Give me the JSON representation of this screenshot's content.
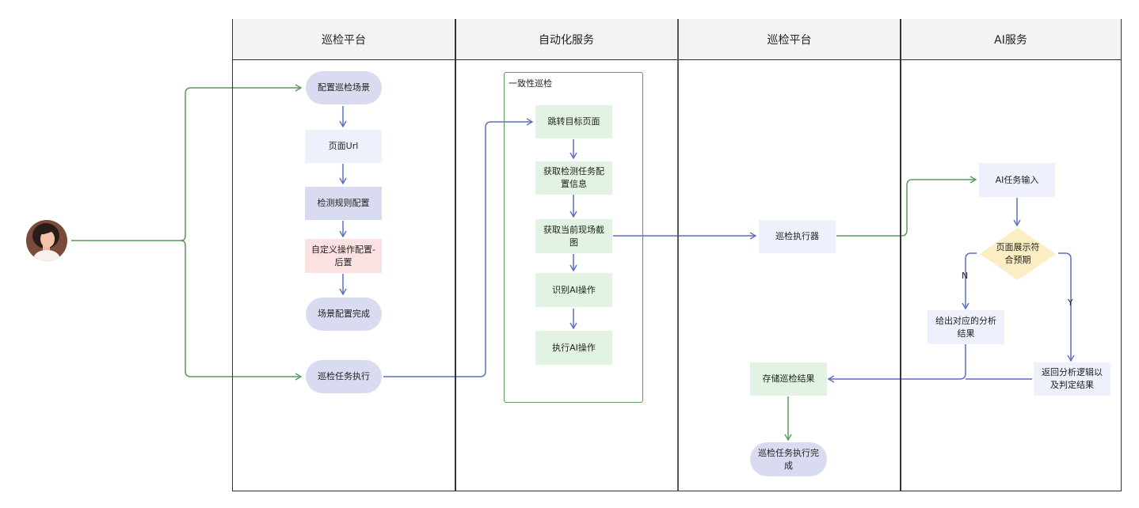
{
  "lanes": [
    {
      "title": "巡检平台"
    },
    {
      "title": "自动化服务"
    },
    {
      "title": "巡检平台"
    },
    {
      "title": "AI服务"
    }
  ],
  "nodes": {
    "config_scene": "配置巡检场景",
    "page_url": "页面Url",
    "rule_config": "检测规则配置",
    "custom_op": "自定义操作配置-后置",
    "scene_done": "场景配置完成",
    "task_exec": "巡检任务执行",
    "jump_page": "跳转目标页面",
    "get_task_info": "获取检测任务配置信息",
    "get_screenshot": "获取当前现场截图",
    "identify_ai": "识别AI操作",
    "exec_ai": "执行AI操作",
    "executor": "巡检执行器",
    "store_result": "存储巡检结果",
    "task_done": "巡检任务执行完成",
    "ai_input": "AI任务输入",
    "decision": "页面展示符合预期",
    "give_analysis": "给出对应的分析结果",
    "return_logic": "返回分析逻辑以及判定结果"
  },
  "group_label": "一致性巡检",
  "edge_labels": {
    "no": "N",
    "yes": "Y"
  },
  "colors": {
    "green_line": "#5a9a5a",
    "blue_line": "#5b6fc2",
    "decision_fill": "#fbedc4"
  }
}
